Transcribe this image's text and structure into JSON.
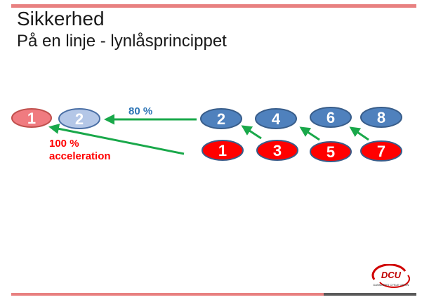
{
  "slide": {
    "title": "Sikkerhed",
    "subtitle": "På en linje - lynlåsprincippet"
  },
  "diagram": {
    "front_riders": [
      {
        "label": "1",
        "fill": "#f07b80",
        "stroke": "#c0504d",
        "text_color": "#ffffff"
      },
      {
        "label": "2",
        "fill": "#b4c7e7",
        "stroke": "#4a6fa5",
        "text_color": "#ffffff"
      }
    ],
    "blue_riders": [
      "2",
      "4",
      "6",
      "8"
    ],
    "red_riders": [
      "1",
      "3",
      "5",
      "7"
    ],
    "label_80": "80 %",
    "label_100_line1": "100 %",
    "label_100_line2": "acceleration",
    "colors": {
      "blue_fill": "#4f81bd",
      "blue_stroke": "#385d8a",
      "red_fill": "#ff0000",
      "red_stroke": "#385d8a",
      "arrow": "#19a84a",
      "label_80": "#2e75b6",
      "label_100": "#ff0000"
    }
  },
  "logo": {
    "text": "DCU",
    "subtext": "DANMARKS CYKLE UNION"
  }
}
